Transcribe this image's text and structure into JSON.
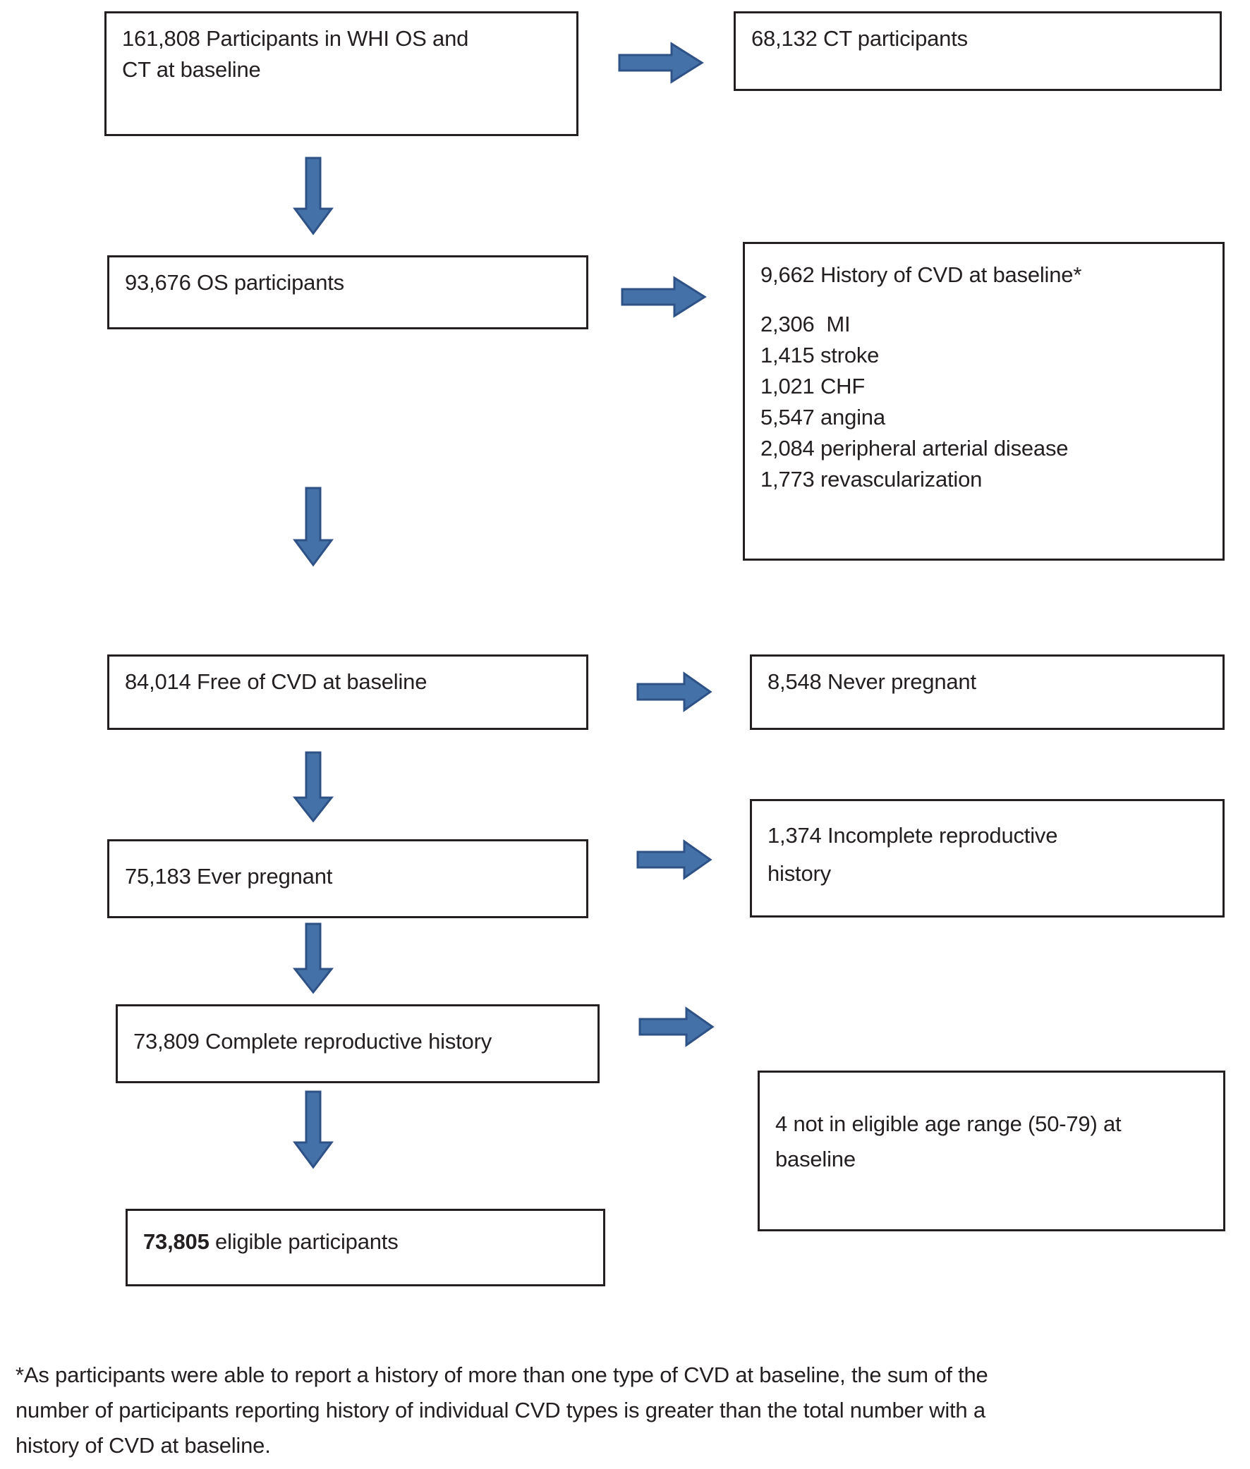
{
  "diagram": {
    "type": "participant-flow-chart",
    "colors": {
      "arrow_fill": "#4472A8",
      "arrow_stroke": "#2E5186",
      "box_border": "#231f20",
      "text": "#231f20",
      "background": "#ffffff"
    },
    "nodes": {
      "baseline_total": {
        "line1": "161,808 Participants in WHI OS and",
        "line2": "CT at baseline"
      },
      "ct_participants": {
        "line1": "68,132 CT participants"
      },
      "os_participants": {
        "line1": "93,676 OS participants"
      },
      "cvd_history": {
        "header": "9,662 History of CVD at baseline*",
        "items": [
          "2,306  MI",
          "1,415 stroke",
          "1,021 CHF",
          "5,547 angina",
          "2,084 peripheral arterial disease",
          "1,773 revascularization"
        ]
      },
      "free_of_cvd": {
        "line1": "84,014 Free of CVD at baseline"
      },
      "never_pregnant": {
        "line1": "8,548 Never pregnant"
      },
      "ever_pregnant": {
        "line1": "75,183 Ever pregnant"
      },
      "incomplete_repro": {
        "line1": "1,374 Incomplete reproductive",
        "line2": "history"
      },
      "complete_repro": {
        "line1": "73,809 Complete reproductive history"
      },
      "not_eligible_age": {
        "line1": "4 not in eligible age range (50-79) at",
        "line2": "baseline"
      },
      "eligible_final": {
        "count": "73,805",
        "label": " eligible participants"
      }
    },
    "footnote": {
      "line1": "*As participants were able to report a history of more than one type of CVD at baseline, the sum of the",
      "line2": "number of participants reporting history of individual CVD types is greater than the total number with a",
      "line3": "history of CVD at baseline."
    },
    "arrows": {
      "right_1_label": "arrow-to-ct-participants",
      "down_1_label": "arrow-to-os-participants",
      "right_2_label": "arrow-to-cvd-history",
      "down_2_label": "arrow-to-free-of-cvd",
      "right_3_label": "arrow-to-never-pregnant",
      "down_3_label": "arrow-to-ever-pregnant",
      "right_4_label": "arrow-to-incomplete-repro",
      "down_4_label": "arrow-to-complete-repro",
      "right_5_label": "arrow-to-not-eligible-age",
      "down_5_label": "arrow-to-eligible-final"
    }
  }
}
